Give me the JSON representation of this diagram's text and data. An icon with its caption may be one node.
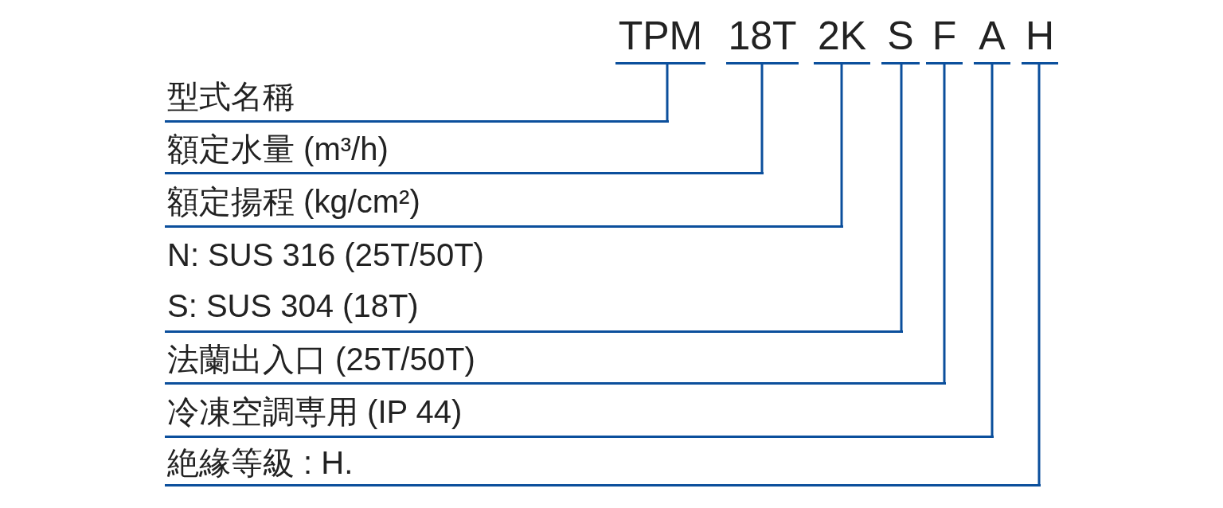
{
  "diagram": {
    "nodes": [
      {
        "text": [
          "TPM"
        ]
      },
      {
        "text": [
          "18T"
        ]
      },
      {
        "text": [
          "2K"
        ]
      },
      {
        "text": [
          "S"
        ]
      },
      {
        "text": [
          "F"
        ]
      },
      {
        "text": [
          "A"
        ]
      },
      {
        "text": [
          "H"
        ]
      },
      {
        "text": [
          "型式名稱"
        ]
      },
      {
        "text": [
          "額定水量 (m³/h)"
        ]
      },
      {
        "text": [
          "額定揚程 (kg/cm²)"
        ]
      },
      {
        "text": [
          "N: SUS 316 (25T/50T)",
          "S: SUS 304 (18T)"
        ]
      },
      {
        "text": [
          "法蘭出入口 (25T/50T)"
        ]
      },
      {
        "text": [
          "冷凍空調専用 (IP 44)"
        ]
      },
      {
        "text": [
          "絶緣等級 : H."
        ]
      }
    ],
    "edges": [
      {
        "from": 0,
        "to": 7,
        "arrow": "none"
      },
      {
        "from": 1,
        "to": 8,
        "arrow": "none"
      },
      {
        "from": 2,
        "to": 9,
        "arrow": "none"
      },
      {
        "from": 3,
        "to": 10,
        "arrow": "none"
      },
      {
        "from": 4,
        "to": 11,
        "arrow": "none"
      },
      {
        "from": 5,
        "to": 12,
        "arrow": "none"
      },
      {
        "from": 6,
        "to": 13,
        "arrow": "none"
      }
    ]
  }
}
